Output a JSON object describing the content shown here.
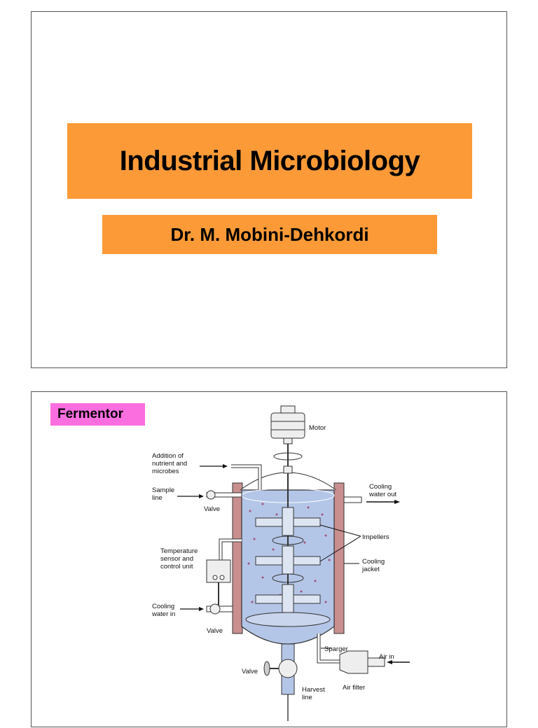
{
  "slides": [
    {
      "title": "Industrial Microbiology",
      "author": "Dr. M. Mobini-Dehkordi"
    },
    {
      "heading": "Fermentor",
      "diagram_labels": {
        "motor": "Motor",
        "addition_1": "Addition of",
        "addition_2": "nutrient and",
        "addition_3": "microbes",
        "sample_1": "Sample",
        "sample_2": "line",
        "valve_top": "Valve",
        "temp_1": "Temperature",
        "temp_2": "sensor and",
        "temp_3": "control unit",
        "cool_in_1": "Cooling",
        "cool_in_2": "water in",
        "valve_mid": "Valve",
        "cool_out_1": "Cooling",
        "cool_out_2": "water out",
        "impellers": "Impellers",
        "jacket_1": "Cooling",
        "jacket_2": "jacket",
        "sparger": "Sparger",
        "air_in": "Air in",
        "air_filter": "Air filter",
        "valve_bottom": "Valve",
        "harvest_1": "Harvest",
        "harvest_2": "line"
      },
      "colors": {
        "liquid": "#b4c6e7",
        "jacket": "#c98f8f",
        "bubbles": "#a0527a"
      }
    }
  ]
}
